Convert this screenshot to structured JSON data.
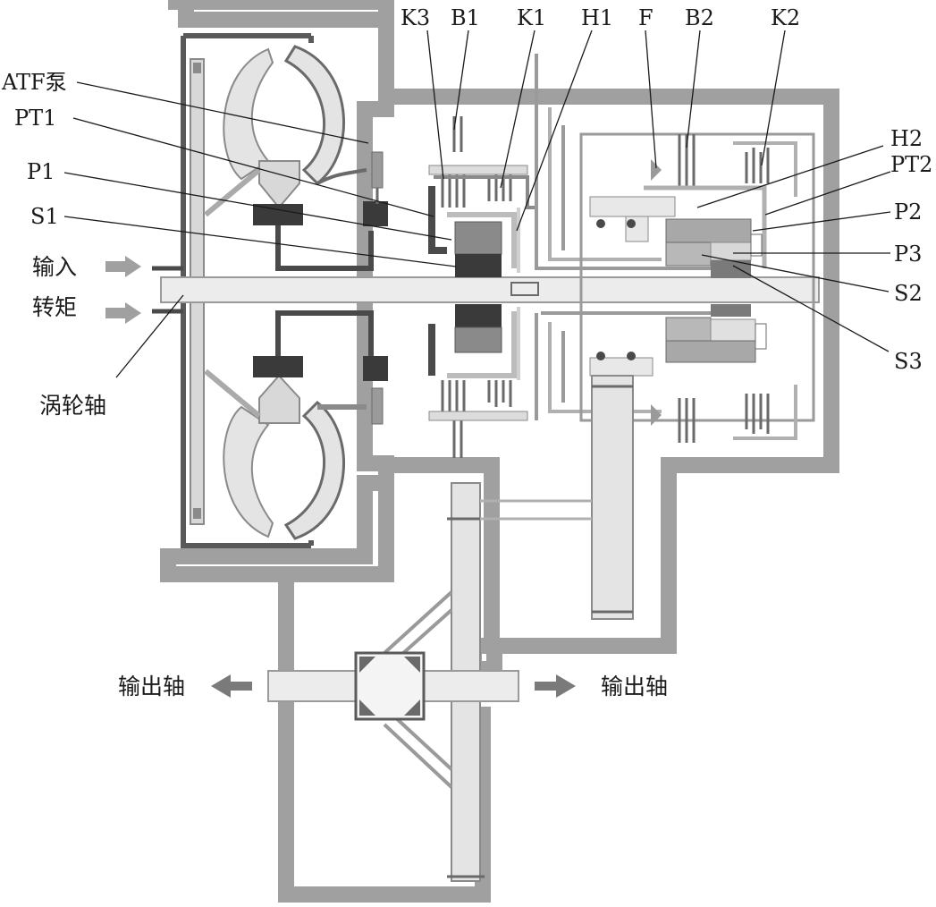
{
  "colors": {
    "housing_fill": "#dcdcdc",
    "housing_stroke": "#9a9a9a",
    "dark": "#3a3a3a",
    "mid": "#8a8a8a",
    "light": "#c8c8c8",
    "arrow": "#7a7a7a"
  },
  "labels": {
    "atf_pump": "ATF泵",
    "pt1": "PT1",
    "p1": "P1",
    "s1": "S1",
    "input_torque_1": "输入",
    "input_torque_2": "转矩",
    "turbine_shaft": "涡轮轴",
    "k3": "K3",
    "b1": "B1",
    "k1": "K1",
    "h1": "H1",
    "f": "F",
    "b2": "B2",
    "k2": "K2",
    "h2": "H2",
    "pt2": "PT2",
    "p2": "P2",
    "p3": "P3",
    "s2": "S2",
    "s3": "S3",
    "output_left": "输出轴",
    "output_right": "输出轴"
  }
}
